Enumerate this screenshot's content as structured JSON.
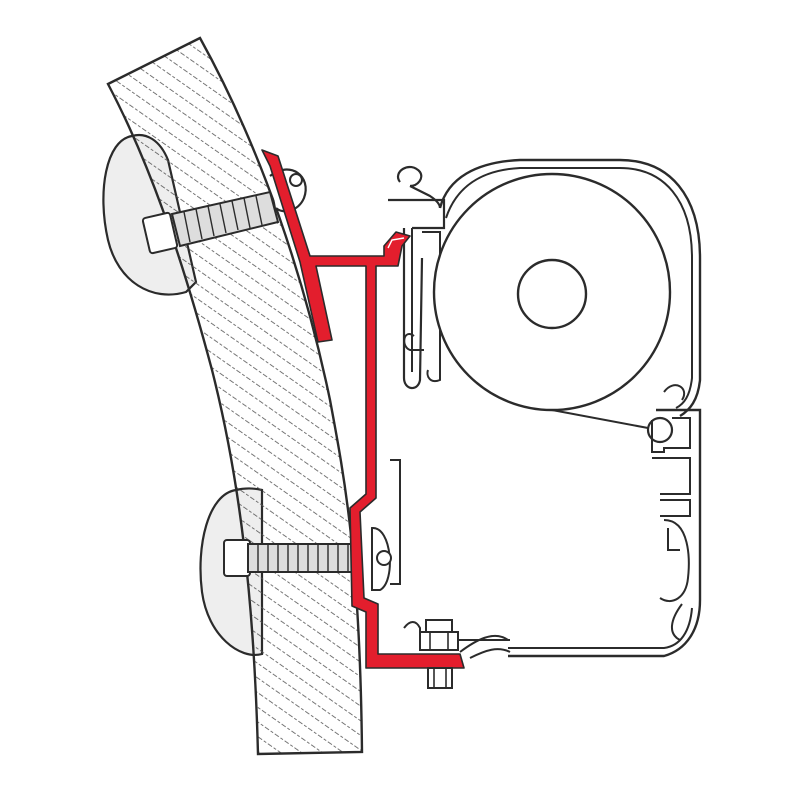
{
  "diagram": {
    "kind": "technical-cross-section",
    "subject": "awning-adapter-bracket",
    "components": [
      "curved-vehicle-wall",
      "upper-wall-mount-plate",
      "lower-wall-mount-plate",
      "upper-mounting-bolt",
      "lower-mounting-bolt",
      "red-adapter-bracket",
      "awning-case-housing",
      "awning-fabric-roller",
      "roller-axle",
      "front-lead-rail-tube",
      "bracket-clamp-bolt"
    ],
    "colors": {
      "bracket": "#e31e2d",
      "line": "#2b2b2b",
      "hatch": "#555555",
      "wall_fill": "#ffffff",
      "plate_fill": "#eeeeee",
      "case_fill": "#ffffff"
    }
  }
}
